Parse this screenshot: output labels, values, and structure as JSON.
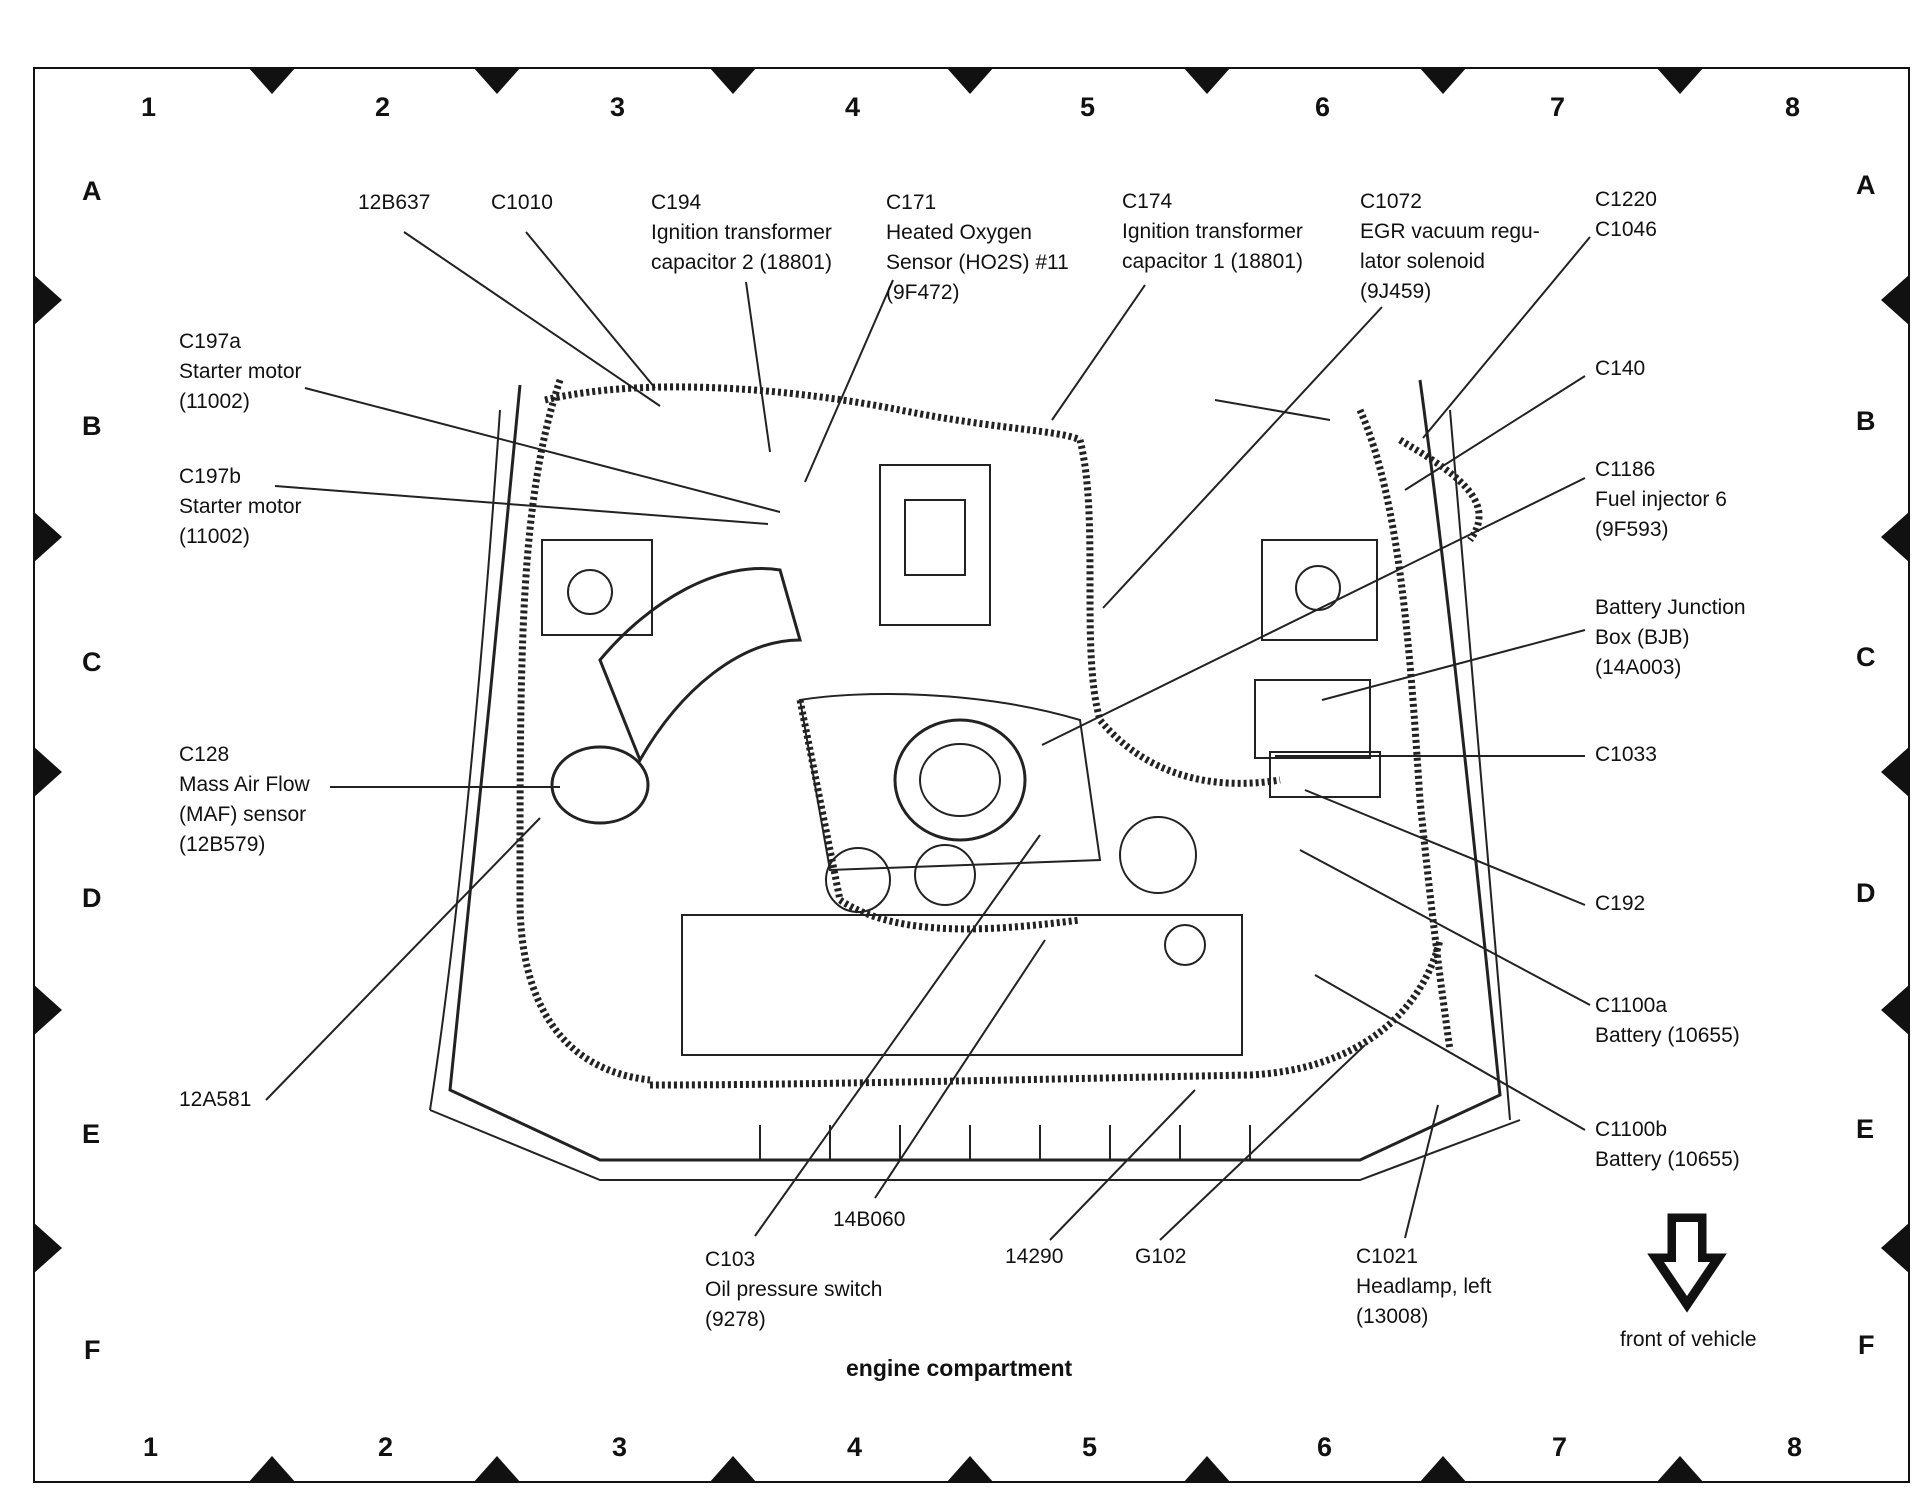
{
  "grid": {
    "columns": [
      "1",
      "2",
      "3",
      "4",
      "5",
      "6",
      "7",
      "8"
    ],
    "rows": [
      "A",
      "B",
      "C",
      "D",
      "E",
      "F"
    ]
  },
  "title": "engine compartment",
  "front_label": "front of vehicle",
  "callouts": [
    {
      "id": "12b637",
      "lines": [
        "12B637"
      ]
    },
    {
      "id": "c1010",
      "lines": [
        "C1010"
      ]
    },
    {
      "id": "c194",
      "lines": [
        "C194",
        "Ignition transformer",
        "capacitor 2 (18801)"
      ]
    },
    {
      "id": "c171",
      "lines": [
        "C171",
        "Heated Oxygen",
        "Sensor (HO2S) #11",
        "(9F472)"
      ]
    },
    {
      "id": "c174",
      "lines": [
        "C174",
        "Ignition transformer",
        "capacitor 1 (18801)"
      ]
    },
    {
      "id": "c1072",
      "lines": [
        "C1072",
        "EGR vacuum regu-",
        "lator solenoid",
        "(9J459)"
      ]
    },
    {
      "id": "c1220",
      "lines": [
        "C1220",
        "C1046"
      ]
    },
    {
      "id": "c197a",
      "lines": [
        "C197a",
        "Starter motor",
        "(11002)"
      ]
    },
    {
      "id": "c197b",
      "lines": [
        "C197b",
        "Starter motor",
        "(11002)"
      ]
    },
    {
      "id": "c140",
      "lines": [
        "C140"
      ]
    },
    {
      "id": "c1186",
      "lines": [
        "C1186",
        "Fuel injector 6",
        "(9F593)"
      ]
    },
    {
      "id": "bjb",
      "lines": [
        "Battery Junction",
        "Box (BJB)",
        "(14A003)"
      ]
    },
    {
      "id": "c128",
      "lines": [
        "C128",
        "Mass Air Flow",
        "(MAF) sensor",
        "(12B579)"
      ]
    },
    {
      "id": "c1033",
      "lines": [
        "C1033"
      ]
    },
    {
      "id": "c192",
      "lines": [
        "C192"
      ]
    },
    {
      "id": "c1100a",
      "lines": [
        "C1100a",
        "Battery (10655)"
      ]
    },
    {
      "id": "c1100b",
      "lines": [
        "C1100b",
        "Battery (10655)"
      ]
    },
    {
      "id": "12a581",
      "lines": [
        "12A581"
      ]
    },
    {
      "id": "14b060",
      "lines": [
        "14B060"
      ]
    },
    {
      "id": "c103",
      "lines": [
        "C103",
        "Oil pressure switch",
        "(9278)"
      ]
    },
    {
      "id": "14290",
      "lines": [
        "14290"
      ]
    },
    {
      "id": "g102",
      "lines": [
        "G102"
      ]
    },
    {
      "id": "c1021",
      "lines": [
        "C1021",
        "Headlamp, left",
        "(13008)"
      ]
    }
  ]
}
